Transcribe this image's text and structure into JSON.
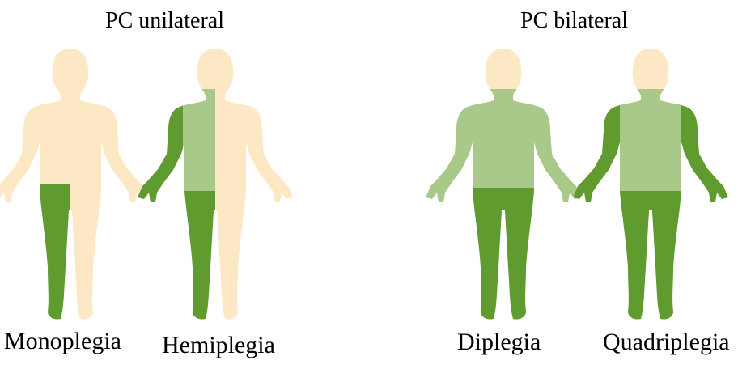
{
  "titles": {
    "unilateral": "PC unilateral",
    "bilateral": "PC bilateral"
  },
  "figures": [
    {
      "label": "Monoplegia",
      "affected": "one leg"
    },
    {
      "label": "Hemiplegia",
      "affected": "arm, trunk half and leg on one side"
    },
    {
      "label": "Diplegia",
      "affected": "both legs; lighter trunk and arms"
    },
    {
      "label": "Quadriplegia",
      "affected": "both legs and both arms; lighter trunk"
    }
  ],
  "colors": {
    "skin": "#fde8c6",
    "strong": "#5f9b2f",
    "light": "#a9c98a",
    "background": "#ffffff"
  }
}
